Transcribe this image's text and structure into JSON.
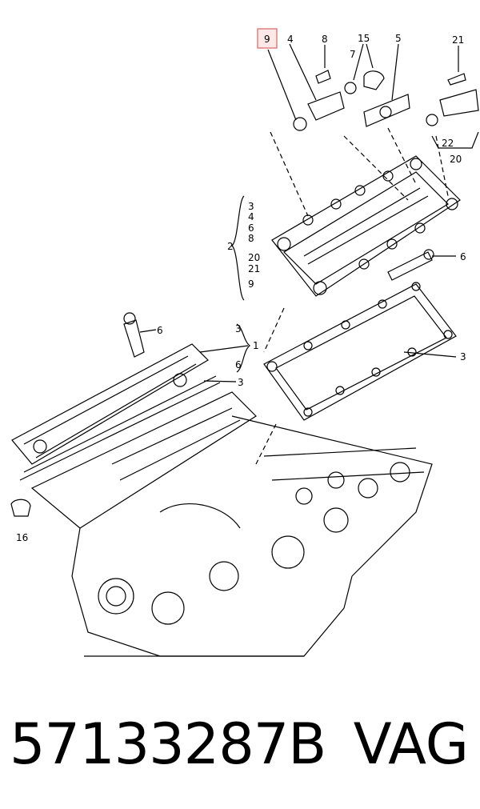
{
  "callouts": {
    "c9": "9",
    "c4": "4",
    "c8": "8",
    "c15": "15",
    "c7": "7",
    "c5": "5",
    "c21": "21",
    "c22": "22",
    "c20": "20",
    "g3": "3",
    "g4": "4",
    "g6": "6",
    "g8": "8",
    "g20": "20",
    "g21": "21",
    "g9": "9",
    "c2": "2",
    "c6a": "6",
    "c3a": "3",
    "c6b": "6",
    "c3b": "3",
    "c1": "1",
    "c6c": "6",
    "c3c": "3",
    "c16": "16"
  },
  "highlight": {
    "color": "#e08080",
    "fill": "#fde8e8"
  },
  "caption": {
    "part_number": "57133287B",
    "brand": "VAG"
  }
}
